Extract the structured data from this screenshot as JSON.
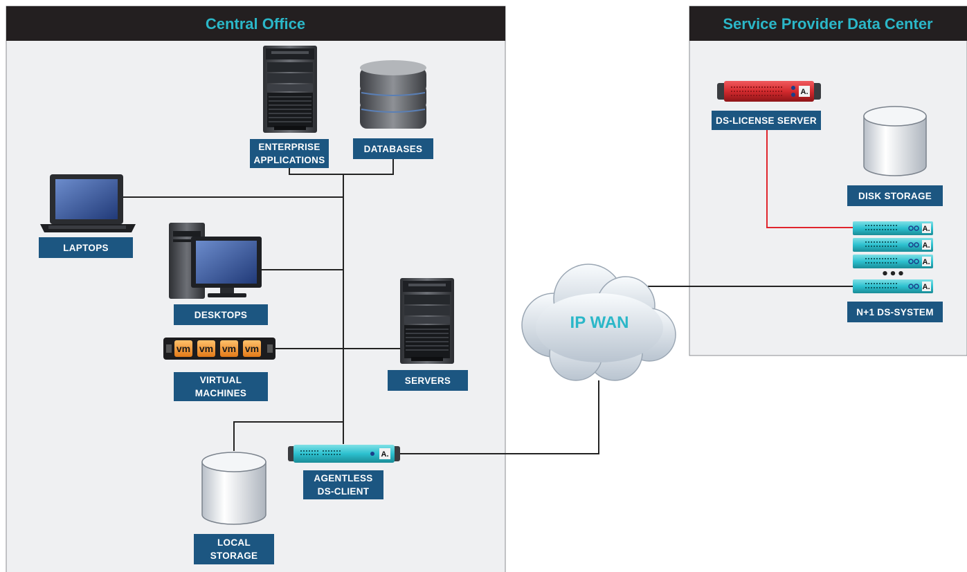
{
  "panels": {
    "central_office": "Central Office",
    "provider": "Service Provider Data Center"
  },
  "labels": {
    "enterprise_applications": [
      "ENTERPRISE",
      "APPLICATIONS"
    ],
    "databases": [
      "DATABASES"
    ],
    "laptops": [
      "LAPTOPS"
    ],
    "desktops": [
      "DESKTOPS"
    ],
    "virtual_machines": [
      "VIRTUAL",
      "MACHINES"
    ],
    "servers": [
      "SERVERS"
    ],
    "local_storage": [
      "LOCAL",
      "STORAGE"
    ],
    "agentless_ds_client": [
      "AGENTLESS",
      "DS-CLIENT"
    ],
    "ds_license_server": [
      "DS-LICENSE SERVER"
    ],
    "disk_storage": [
      "DISK STORAGE"
    ],
    "n1_ds_system": [
      "N+1 DS-SYSTEM"
    ]
  },
  "cloud": {
    "label": "IP WAN"
  },
  "vm_chip": "vm",
  "appliance_logo": "A.",
  "ellipsis": "•••",
  "icons": {
    "tower_server": "server-tower-icon",
    "database_stack": "database-icon",
    "laptop": "laptop-icon",
    "desktop": "desktop-icon",
    "vm_rack": "vm-rack-icon",
    "cylinder": "storage-cylinder-icon",
    "appliance": "rack-appliance-icon",
    "cloud": "cloud-icon"
  },
  "colors": {
    "header_bg": "#231f20",
    "title": "#2bb7c8",
    "label_bg": "#1c5681",
    "label_text": "#ffffff",
    "panel_bg": "#eff0f2",
    "line": "#222222",
    "license_link": "#e0242c",
    "client_appliance": "#2cc0cf",
    "license_appliance": "#d42a2e",
    "system_appliance": "#34c3cc",
    "vm_chip": "#f39a3b"
  }
}
